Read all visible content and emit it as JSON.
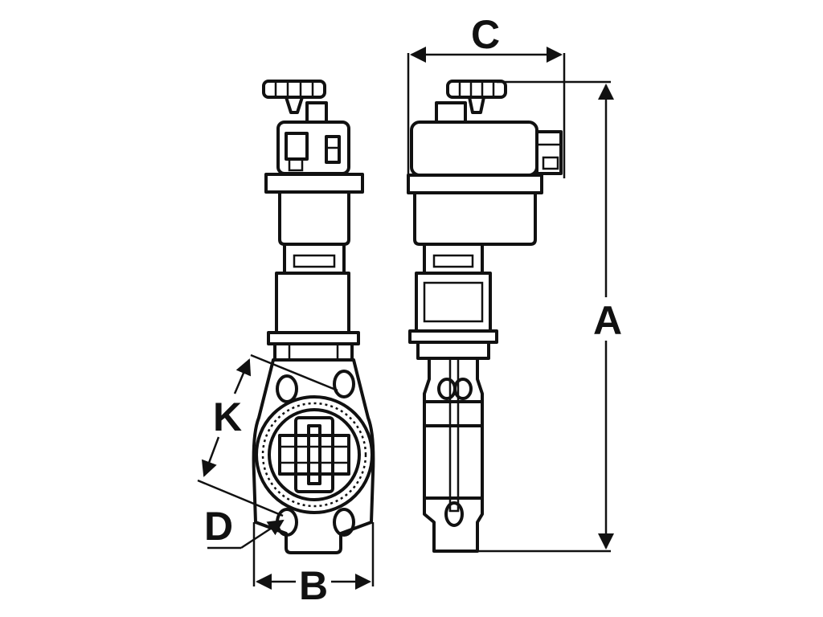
{
  "diagram": {
    "dimension_labels": {
      "a": "A",
      "b": "B",
      "c": "C",
      "d": "D",
      "k": "K"
    }
  }
}
